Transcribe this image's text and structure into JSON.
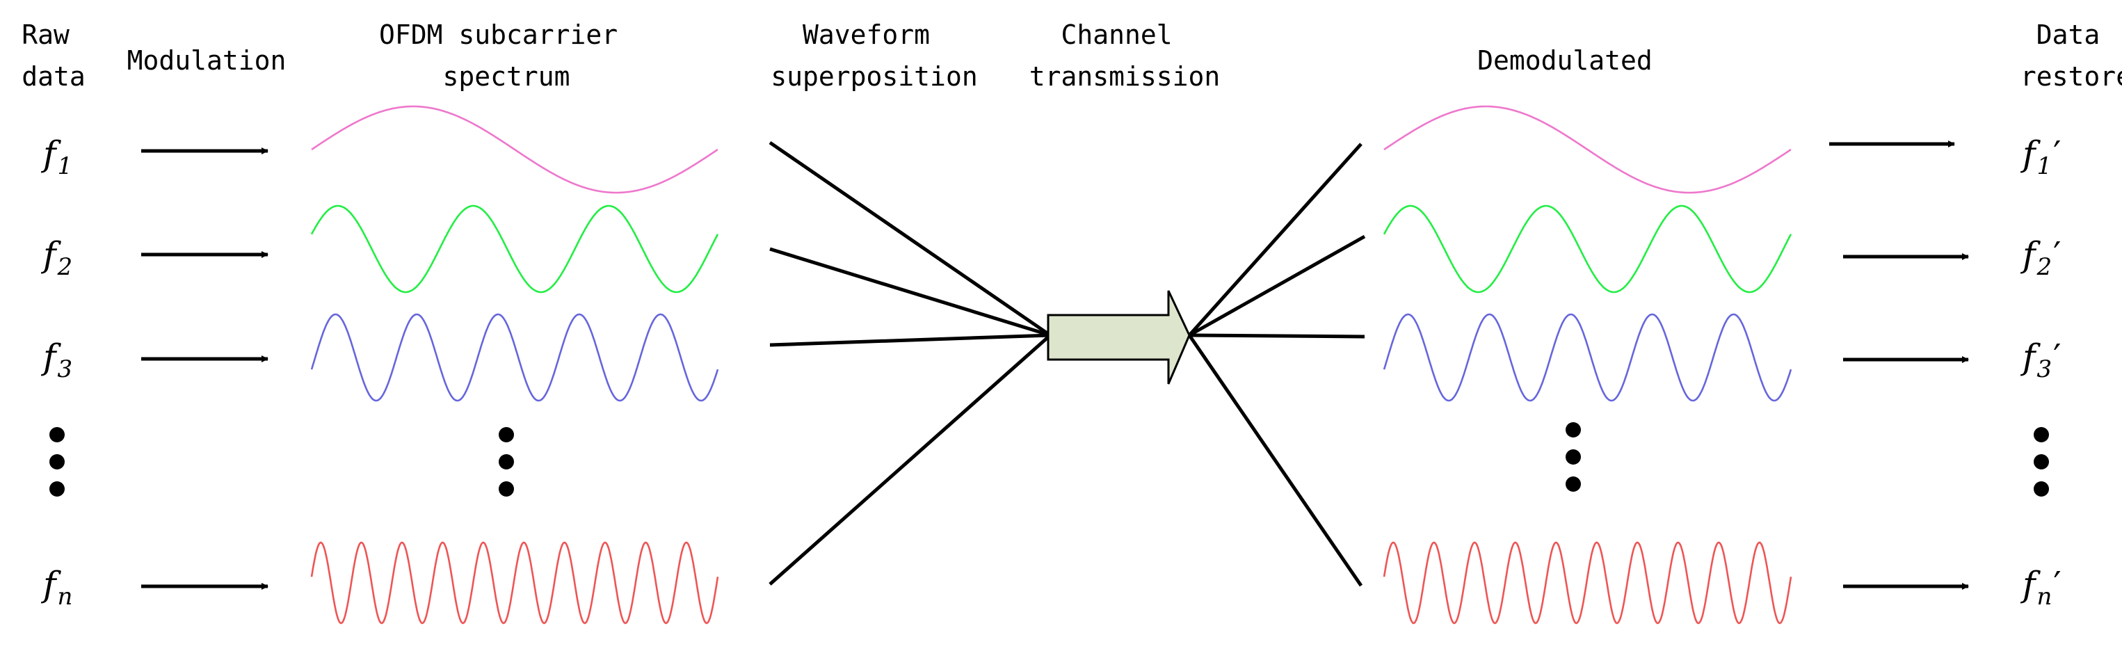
{
  "headers": {
    "raw_data": [
      "Raw",
      "data"
    ],
    "modulation": [
      "Modulation"
    ],
    "ofdm_spectrum": [
      "OFDM subcarrier",
      "spectrum"
    ],
    "superposition": [
      "Waveform",
      "superposition"
    ],
    "channel": [
      "Channel",
      "transmission"
    ],
    "demodulated": [
      "Demodulated"
    ],
    "data_restore": [
      "Data",
      "restore"
    ]
  },
  "inputs": [
    {
      "base": "f",
      "sub": "1"
    },
    {
      "base": "f",
      "sub": "2"
    },
    {
      "base": "f",
      "sub": "3"
    },
    {
      "base": "f",
      "sub": "n"
    }
  ],
  "outputs": [
    {
      "base": "f",
      "sub": "1",
      "prime": "′"
    },
    {
      "base": "f",
      "sub": "2",
      "prime": "′"
    },
    {
      "base": "f",
      "sub": "3",
      "prime": "′"
    },
    {
      "base": "f",
      "sub": "n",
      "prime": "′"
    }
  ],
  "subcarriers": [
    {
      "cycles": 1,
      "color": "#ee77cc"
    },
    {
      "cycles": 3,
      "color": "#22ee44"
    },
    {
      "cycles": 5,
      "color": "#6666dd"
    },
    {
      "cycles": 10,
      "color": "#ee5555"
    }
  ],
  "channel_arrow_color": "#dde5cc"
}
